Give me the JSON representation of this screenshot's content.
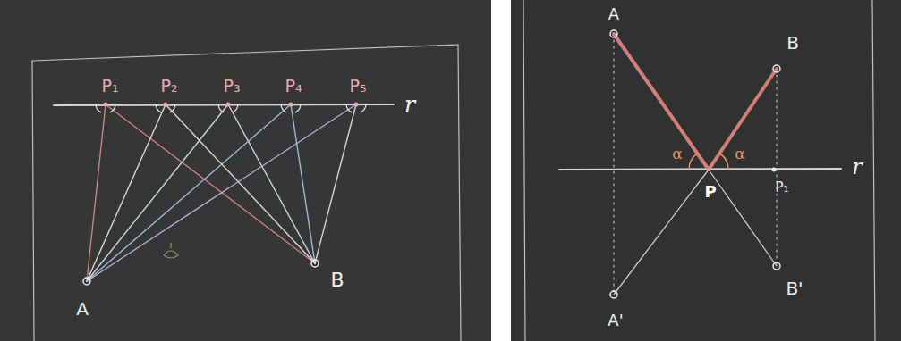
{
  "diagram": {
    "labels": [
      "P₁",
      "P₂",
      "P₃",
      "P₄",
      "P₅",
      "r",
      "A",
      "B",
      "A",
      "B",
      "α",
      "α",
      "r",
      "P",
      "P₁",
      "A'",
      "B'"
    ]
  }
}
